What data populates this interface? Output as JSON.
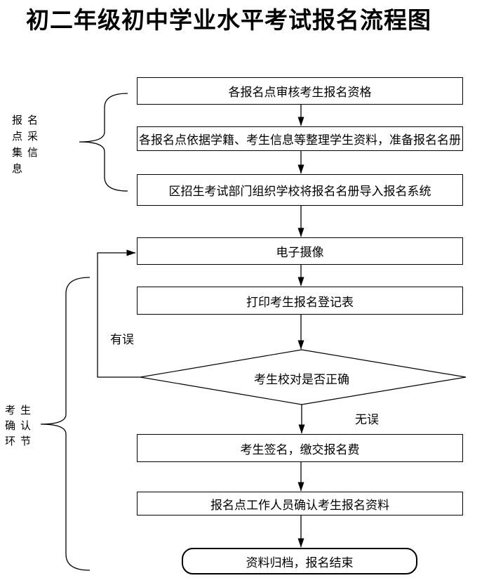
{
  "title": "初二年级初中学业水平考试报名流程图",
  "diagram": {
    "type": "flowchart",
    "stage_labels": {
      "collect": "报名点采集信息",
      "confirm": "考生确认环节"
    },
    "nodes": {
      "audit": {
        "shape": "process",
        "label": "各报名点审核考生报名资格"
      },
      "prepare": {
        "shape": "process",
        "label": "各报名点依据学籍、考生信息等整理学生资料，准备报名名册"
      },
      "import": {
        "shape": "process",
        "label": "区招生考试部门组织学校将报名名册导入报名系统"
      },
      "photo": {
        "shape": "process",
        "label": "电子摄像"
      },
      "print": {
        "shape": "process",
        "label": "打印考生报名登记表"
      },
      "check": {
        "shape": "decision",
        "label": "考生校对是否正确"
      },
      "sign": {
        "shape": "process",
        "label": "考生签名，缴交报名费"
      },
      "staff_confirm": {
        "shape": "process",
        "label": "报名点工作人员确认考生报名资料"
      },
      "end": {
        "shape": "terminator",
        "label": "资料归档，报名结束"
      }
    },
    "edge_labels": {
      "error": "有误",
      "ok": "无误"
    },
    "colors": {
      "stroke": "#000000",
      "background": "#ffffff"
    }
  }
}
